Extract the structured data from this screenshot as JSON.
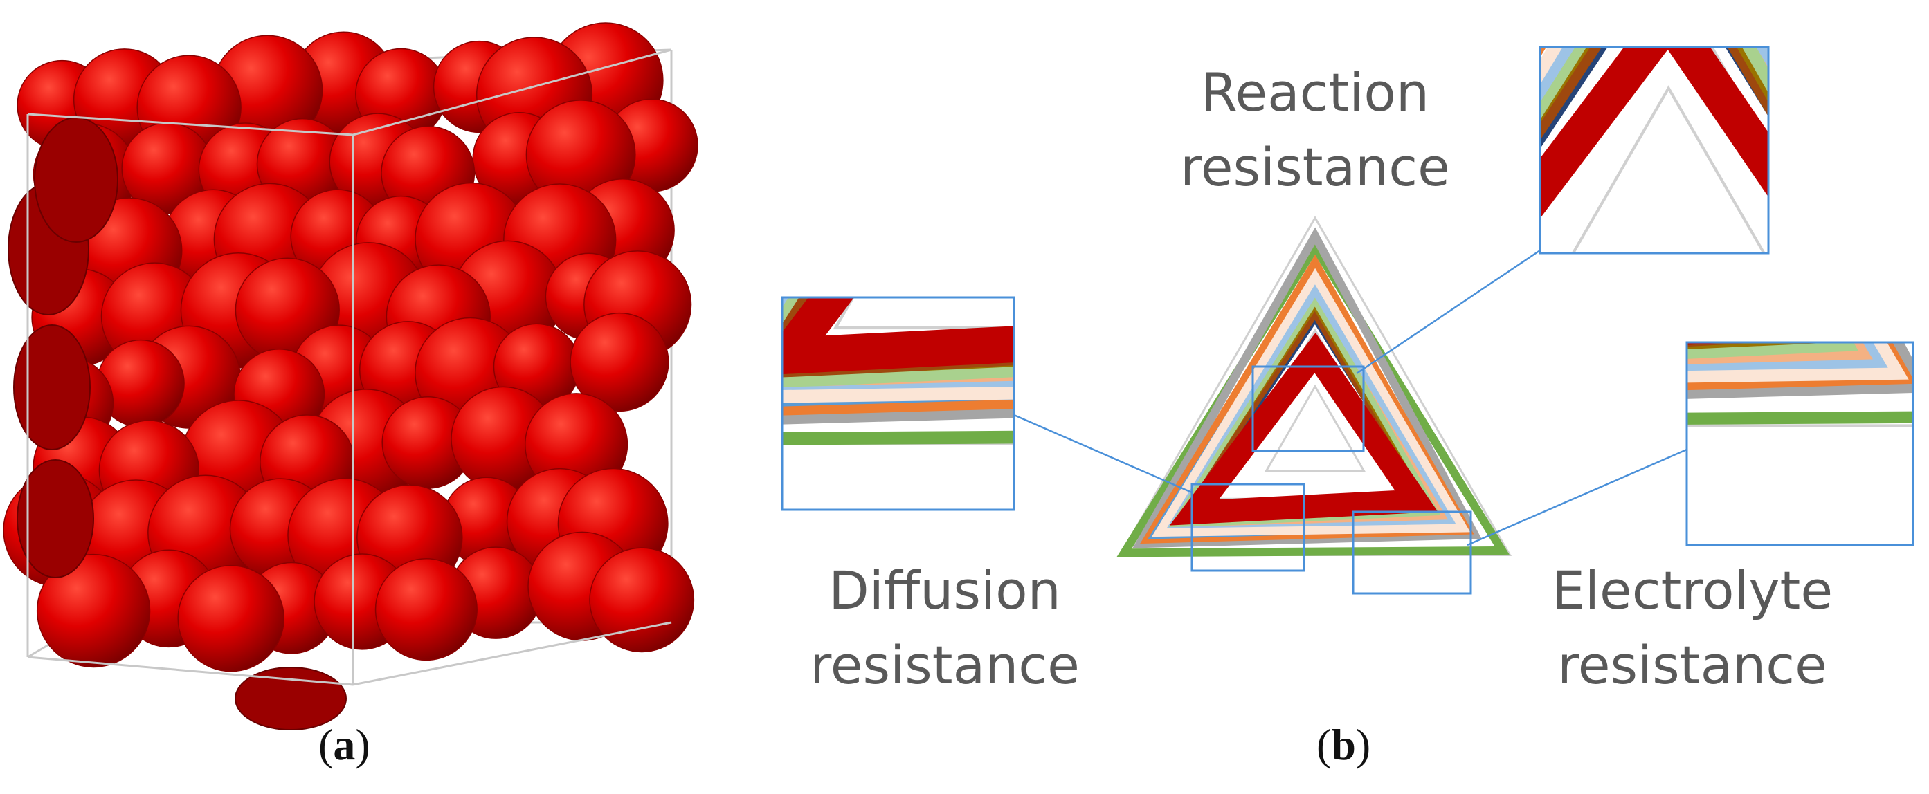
{
  "panel_a": {
    "caption_open": "(",
    "caption_letter": "a",
    "caption_close": ")",
    "particle_color": "#cc0000",
    "box_color": "#c8c8c8"
  },
  "panel_b": {
    "caption_open": "(",
    "caption_letter": "b",
    "caption_close": ")",
    "axis_labels": {
      "top": {
        "line1": "Reaction",
        "line2": "resistance"
      },
      "left": {
        "line1": "Diffusion",
        "line2": "resistance"
      },
      "right": {
        "line1": "Electrolyte",
        "line2": "resistance"
      }
    },
    "grid_levels": [
      1,
      0.75,
      0.5,
      0.25
    ],
    "zoom_box_color": "#4a90d9",
    "grid_color": "#d0d0d0",
    "series": [
      {
        "color": "#70ad47",
        "values": [
          0.87,
          0.98,
          0.96
        ]
      },
      {
        "color": "#a5a5a5",
        "values": [
          0.92,
          0.9,
          0.82
        ]
      },
      {
        "color": "#ed7d31",
        "values": [
          0.8,
          0.86,
          0.78
        ]
      },
      {
        "color": "#5b9bd5",
        "values": [
          0.72,
          0.82,
          0.74
        ]
      },
      {
        "color": "#ffc000",
        "values": [
          0.66,
          0.78,
          0.7
        ]
      },
      {
        "color": "#4472c4",
        "values": [
          0.6,
          0.74,
          0.66
        ]
      },
      {
        "color": "#264478",
        "values": [
          0.56,
          0.7,
          0.63
        ]
      },
      {
        "color": "#9e480e",
        "values": [
          0.58,
          0.72,
          0.6
        ]
      },
      {
        "color": "#997300",
        "values": [
          0.62,
          0.76,
          0.62
        ]
      },
      {
        "color": "#a9d18e",
        "values": [
          0.64,
          0.75,
          0.64
        ]
      },
      {
        "color": "#f4b183",
        "values": [
          0.7,
          0.8,
          0.68
        ]
      },
      {
        "color": "#9dc3e6",
        "values": [
          0.68,
          0.79,
          0.72
        ]
      },
      {
        "color": "#fbe5d6",
        "values": [
          0.74,
          0.8,
          0.76
        ]
      },
      {
        "color": "#c00000",
        "values": [
          0.4,
          0.62,
          0.52
        ]
      }
    ]
  }
}
